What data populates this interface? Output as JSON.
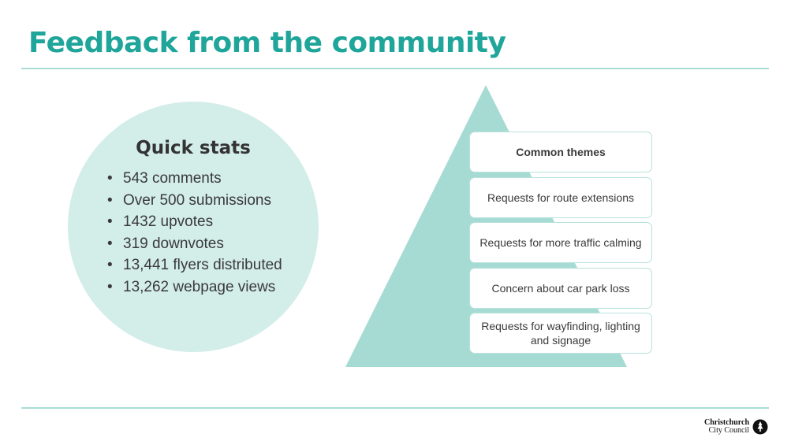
{
  "slide": {
    "title": "Feedback from the community"
  },
  "quick_stats": {
    "title": "Quick stats",
    "items": [
      "543 comments",
      "Over 500 submissions",
      "1432 upvotes",
      "319 downvotes",
      "13,441 flyers distributed",
      "13,262 webpage views"
    ]
  },
  "themes": {
    "header": "Common themes",
    "items": [
      "Requests for route extensions",
      "Requests for more traffic calming",
      "Concern about car park loss",
      "Requests for wayfinding, lighting and signage"
    ]
  },
  "logo": {
    "line1": "Christchurch",
    "line2": "City Council"
  },
  "colors": {
    "accent": "#1fa59a",
    "rule": "#a8dcd5",
    "circle": "#d3ede9",
    "pyramid": "#a6dbd3"
  }
}
